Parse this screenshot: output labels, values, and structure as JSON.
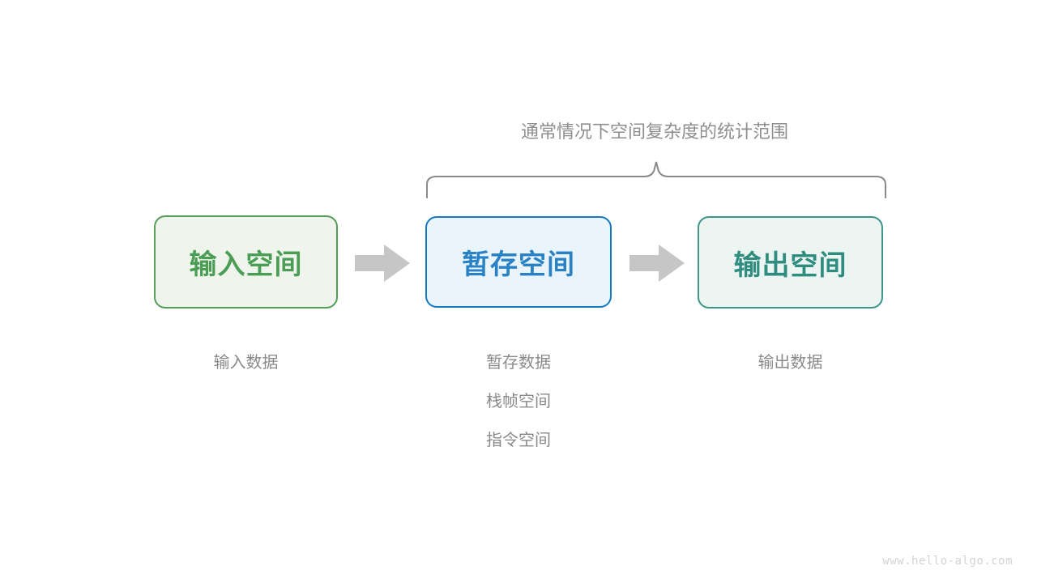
{
  "figure": {
    "background_color": "#ffffff",
    "watermark": "www.hello-algo.com"
  },
  "brace": {
    "caption_prefix": "通常情况下",
    "caption_emphasis": "空间复杂度",
    "caption_suffix": "的统计范围",
    "color": "#8a8a8a",
    "spans": [
      "暂存空间",
      "输出空间"
    ]
  },
  "stages": [
    {
      "id": "input",
      "label": "输入空间",
      "fill": "#eff5ed",
      "border": "#579c58",
      "text_color": "#4a9d54",
      "captions": [
        "输入数据"
      ]
    },
    {
      "id": "temp",
      "label": "暂存空间",
      "fill": "#eaf4fb",
      "border": "#1379c2",
      "text_color": "#2a82c6",
      "captions": [
        "暂存数据",
        "栈帧空间",
        "指令空间"
      ]
    },
    {
      "id": "output",
      "label": "输出空间",
      "fill": "#edf5f3",
      "border": "#3d9488",
      "text_color": "#2f8d80",
      "captions": [
        "输出数据"
      ]
    }
  ],
  "arrows": {
    "color": "#c6c6c6",
    "direction": "right",
    "count": 2
  }
}
